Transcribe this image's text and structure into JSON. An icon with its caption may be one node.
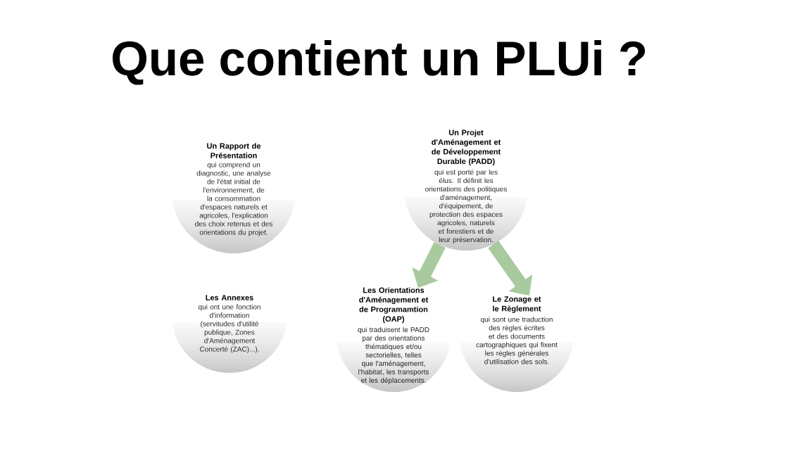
{
  "diagram": {
    "title": "Que contient un PLUi ?",
    "nodes": [
      {
        "text": [
          "Un Rapport de Présentation",
          "qui comprend un diagnostic, une analyse de l'état initial de l'environnement, de la consommation d'espaces naturels et agricoles, l'explication des choix retenus et des orientations du projet."
        ]
      },
      {
        "text": [
          "Un Projet d'Aménagement et de Développement Durable (PADD)",
          "qui est porté par les élus. Il définit les orientations des politiques d'aménagement, d'équipement, de protection des espaces agricoles, naturels et forestiers et de leur préservation."
        ]
      },
      {
        "text": [
          "Les Annexes",
          "qui ont une fonction d'information (servitudes d'utilité publique, Zones d'Aménagement Concerté (ZAC)...)."
        ]
      },
      {
        "text": [
          "Les Orientations d'Aménagement et de Programamtion (OAP)",
          "qui traduisent le PADD par des orientations thématiques et/ou sectorielles, telles que l'aménagement, l'habitat, les transports et les déplacements."
        ]
      },
      {
        "text": [
          "Le Zonage et le Règlement",
          "qui sont une traduction des règles écrites et des documents cartographiques qui fixent les règles générales d'utilisation des sols."
        ]
      }
    ],
    "edges": [
      {
        "from": 1,
        "to": 3,
        "arrow": "to"
      },
      {
        "from": 1,
        "to": 4,
        "arrow": "to"
      }
    ]
  }
}
